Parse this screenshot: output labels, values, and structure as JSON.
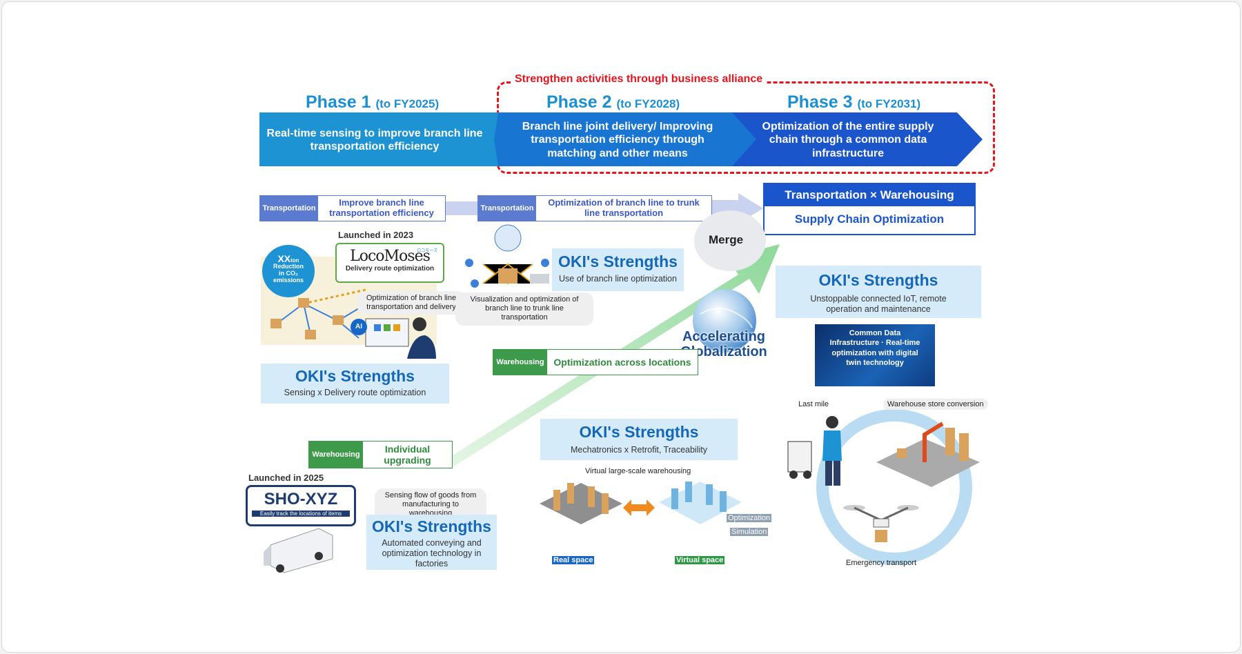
{
  "alliance_label": "Strengthen activities through business alliance",
  "phases": [
    {
      "name": "Phase 1",
      "period": "(to FY2025)",
      "desc": "Real-time sensing to improve branch line transportation efficiency"
    },
    {
      "name": "Phase 2",
      "period": "(to FY2028)",
      "desc": "Branch line joint delivery/ Improving transportation efficiency through matching and other means"
    },
    {
      "name": "Phase 3",
      "period": "(to FY2031)",
      "desc": "Optimization of the entire supply chain through a common data infrastructure"
    }
  ],
  "tags": {
    "transport1": {
      "tag": "Transportation",
      "text": "Improve branch line transportation efficiency"
    },
    "transport2": {
      "tag": "Transportation",
      "text": "Optimization of branch line to trunk line transportation"
    },
    "warehouse1": {
      "tag": "Warehousing",
      "text": "Optimization across locations"
    },
    "warehouse2": {
      "tag": "Warehousing",
      "text": "Individual upgrading"
    }
  },
  "goal": {
    "top": "Transportation × Warehousing",
    "bottom": "Supply Chain Optimization"
  },
  "merge": "Merge",
  "globalization": "Accelerating Globalization",
  "strengths": [
    {
      "title": "OKI's Strengths",
      "sub": "Sensing x Delivery route optimization"
    },
    {
      "title": "OKI's Strengths",
      "sub": "Use of branch line optimization"
    },
    {
      "title": "OKI's Strengths",
      "sub": "Unstoppable connected IoT, remote operation and maintenance"
    },
    {
      "title": "OKI's Strengths",
      "sub": "Mechatronics x Retrofit, Traceability"
    },
    {
      "title": "OKI's Strengths",
      "sub": "Automated conveying and optimization technology in factories"
    }
  ],
  "locomoses": {
    "launched": "Launched in 2023",
    "logo": "LocoMoses",
    "kana": "ロコモーズ",
    "caption": "Delivery route optimization"
  },
  "shoxyz": {
    "launched": "Launched in 2025",
    "logo": "SHO-XYZ",
    "caption": "Easily track the locations of items"
  },
  "co2": {
    "big": "XX",
    "unit": "ton",
    "l1": "Reduction",
    "l2": "in CO₂",
    "l3": "emissions"
  },
  "ai_label": "AI",
  "bubbles": {
    "optimization_branch": "Optimization of branch line transportation and delivery",
    "visualization": "Visualization and optimization of branch line to trunk line transportation",
    "sensing_flow": "Sensing flow of goods from manufacturing to warehousing"
  },
  "cdi": "Common Data Infrastructure · Real-time optimization with digital twin technology",
  "cycle": {
    "last_mile": "Last mile",
    "warehouse_store": "Warehouse store conversion",
    "emergency": "Emergency transport"
  },
  "warehouse_vis": {
    "virtual_large": "Virtual large-scale warehousing",
    "real": "Real space",
    "virtual": "Virtual space",
    "opt": "Optimization",
    "sim": "Simulation"
  },
  "colors": {
    "phase1": "#1d93d4",
    "phase2": "#1875d2",
    "phase3": "#1a55cc",
    "transport_tag": "#5b7bd0",
    "warehouse_tag": "#3c9a4a",
    "alliance": "#e8131b",
    "strength_bg": "#d6ebfa",
    "strength_title": "#1567b8"
  }
}
